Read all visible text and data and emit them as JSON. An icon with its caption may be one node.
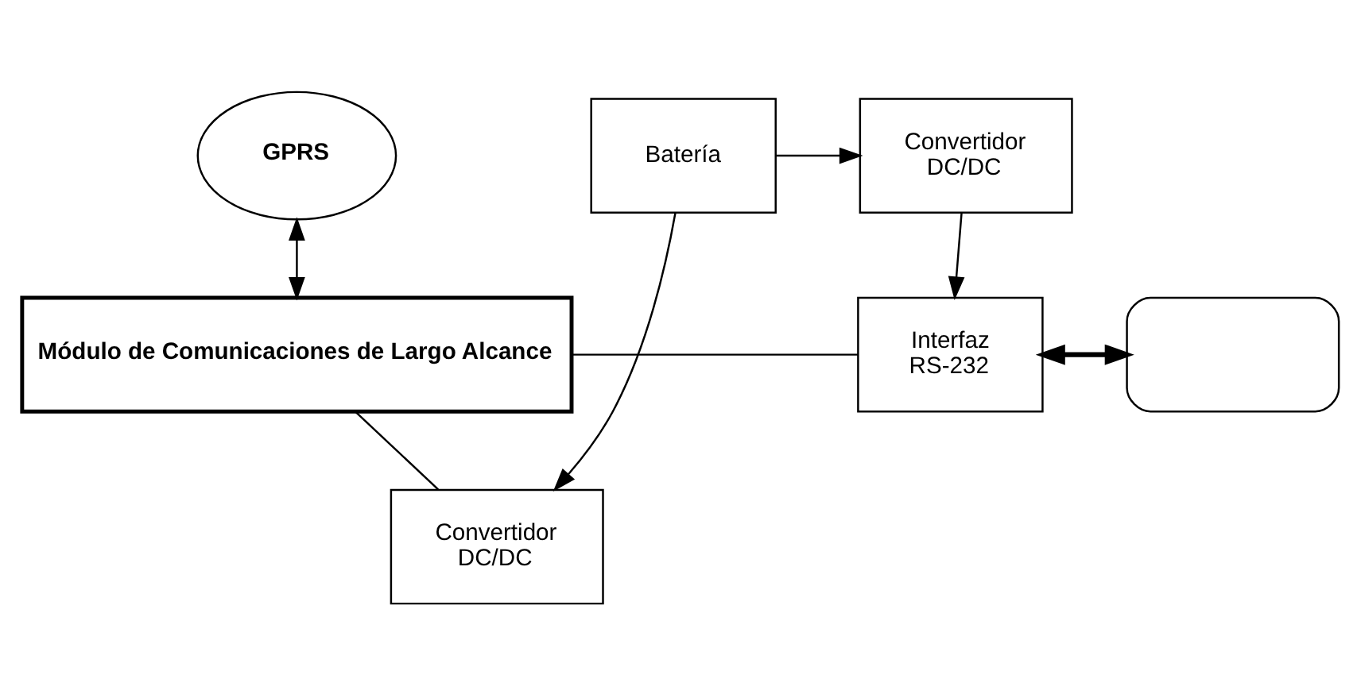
{
  "diagram": {
    "nodes": [
      {
        "text": [
          "GPRS"
        ]
      },
      {
        "text": [
          "Módulo de Comunicaciones de Largo Alcance"
        ]
      },
      {
        "text": [
          "Interfaz RS-232"
        ]
      },
      {
        "text": [],
        "shape": "box"
      },
      {
        "text": [
          "Convertidor DC/DC"
        ]
      },
      {
        "text": [
          "Batería"
        ]
      },
      {
        "text": [
          "Convertidor DC/DC"
        ]
      }
    ],
    "edges": [
      {
        "from": 0,
        "to": 1,
        "arrow": "both"
      },
      {
        "from": 1,
        "to": 2,
        "arrow": "none"
      },
      {
        "from": 2,
        "to": 3,
        "arrow": "both",
        "style": "thick"
      },
      {
        "from": 1,
        "to": 4,
        "arrow": "none"
      },
      {
        "from": 5,
        "to": 4,
        "arrow": "to"
      },
      {
        "from": 5,
        "to": 6,
        "arrow": "to"
      },
      {
        "from": 6,
        "to": 2,
        "arrow": "to"
      }
    ]
  }
}
